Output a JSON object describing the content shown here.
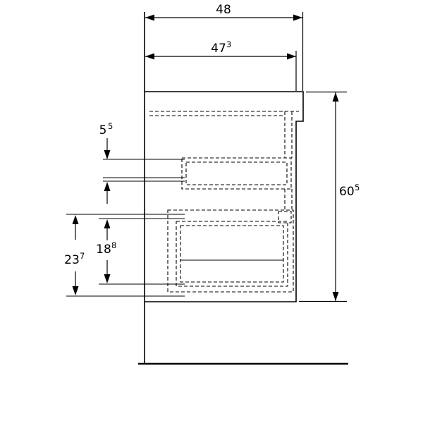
{
  "page": {
    "background": "#ffffff",
    "line_color": "#000000"
  },
  "drawing": {
    "dimensions": {
      "overall_depth": {
        "base": "48",
        "sup": ""
      },
      "front_depth": {
        "base": "47",
        "sup": "3"
      },
      "overall_height": {
        "base": "60",
        "sup": "5"
      },
      "top_gap": {
        "base": "5",
        "sup": "5"
      },
      "inner_drawer_height": {
        "base": "18",
        "sup": "8"
      },
      "front_drawer_height": {
        "base": "23",
        "sup": "7"
      }
    }
  }
}
